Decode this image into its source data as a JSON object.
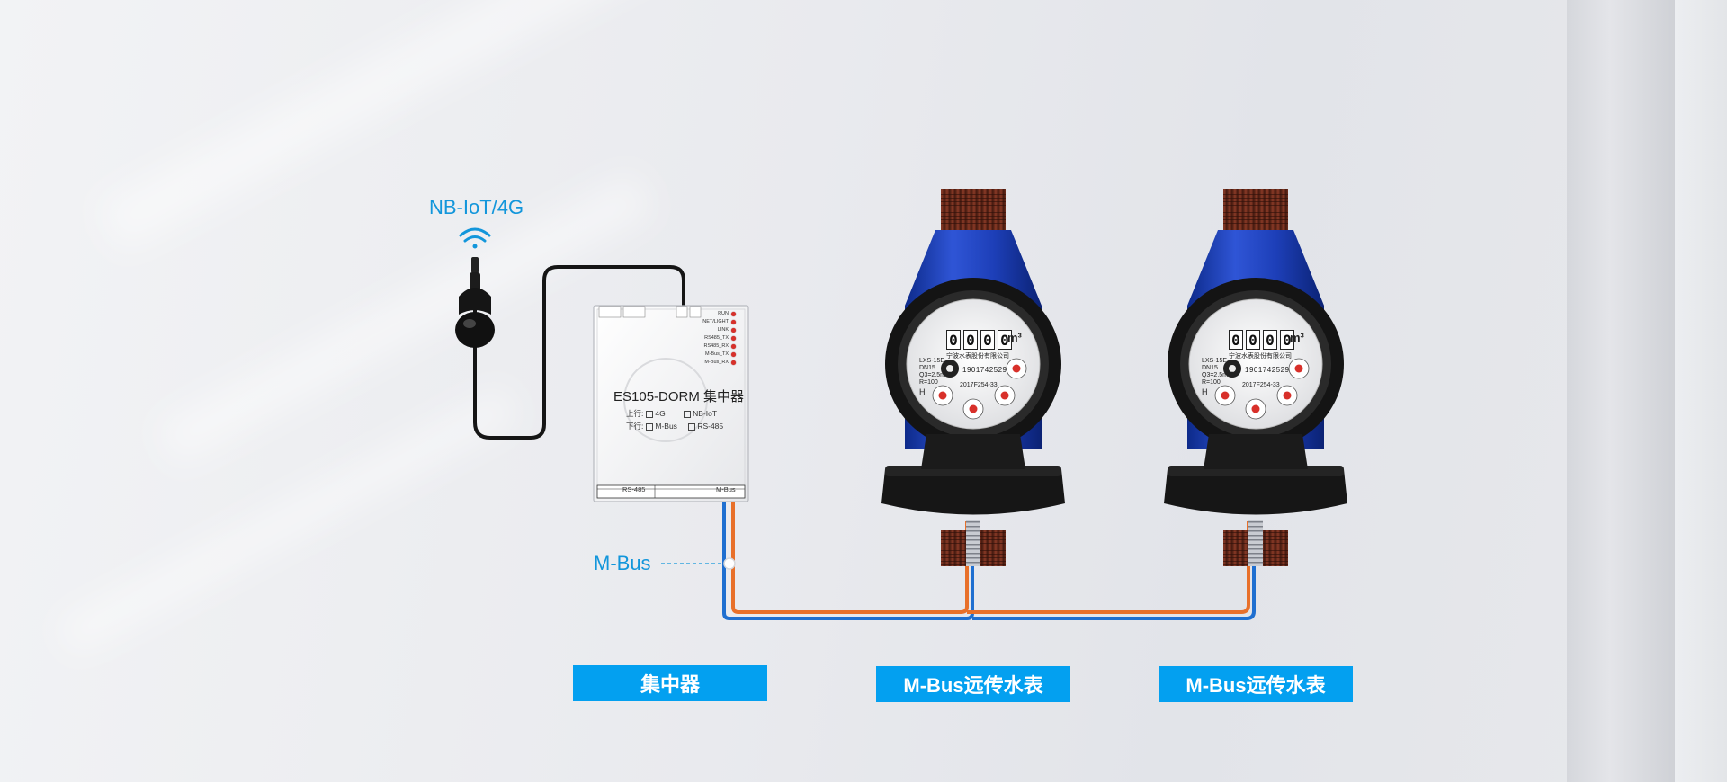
{
  "top_label": "NB-IoT/4G",
  "bus_label": "M-Bus",
  "concentrator": {
    "title": "ES105-DORM 集中器",
    "uplink_label": "上行:",
    "uplink_options": [
      "4G",
      "NB-IoT"
    ],
    "downlink_label": "下行:",
    "downlink_options": [
      "M-Bus",
      "RS-485"
    ],
    "leds": [
      "RUN",
      "NET/LIGHT",
      "LINK",
      "RS485_TX",
      "RS485_RX",
      "M-Bus_TX",
      "M-Bus_RX"
    ],
    "port_left": "RS-485",
    "port_right": "M-Bus"
  },
  "meter": {
    "digits": [
      "0",
      "0",
      "0",
      "0"
    ],
    "unit": "m³",
    "maker": "宁波水表股份有限公司",
    "serial": "1901742529",
    "spec_line1": "LXS-15E",
    "spec_line2": "DN15",
    "spec_line3": "Q3=2.5m³/h",
    "spec_line4": "R=100",
    "standard": "2017F254-33",
    "grade": "H"
  },
  "captions": [
    "集中器",
    "M-Bus远传水表",
    "M-Bus远传水表"
  ],
  "colors": {
    "accent": "#03a0f0",
    "label": "#1296db",
    "meter_body": "#1e3fb0",
    "wire_orange": "#e8702a",
    "wire_blue": "#1f6fd0"
  }
}
